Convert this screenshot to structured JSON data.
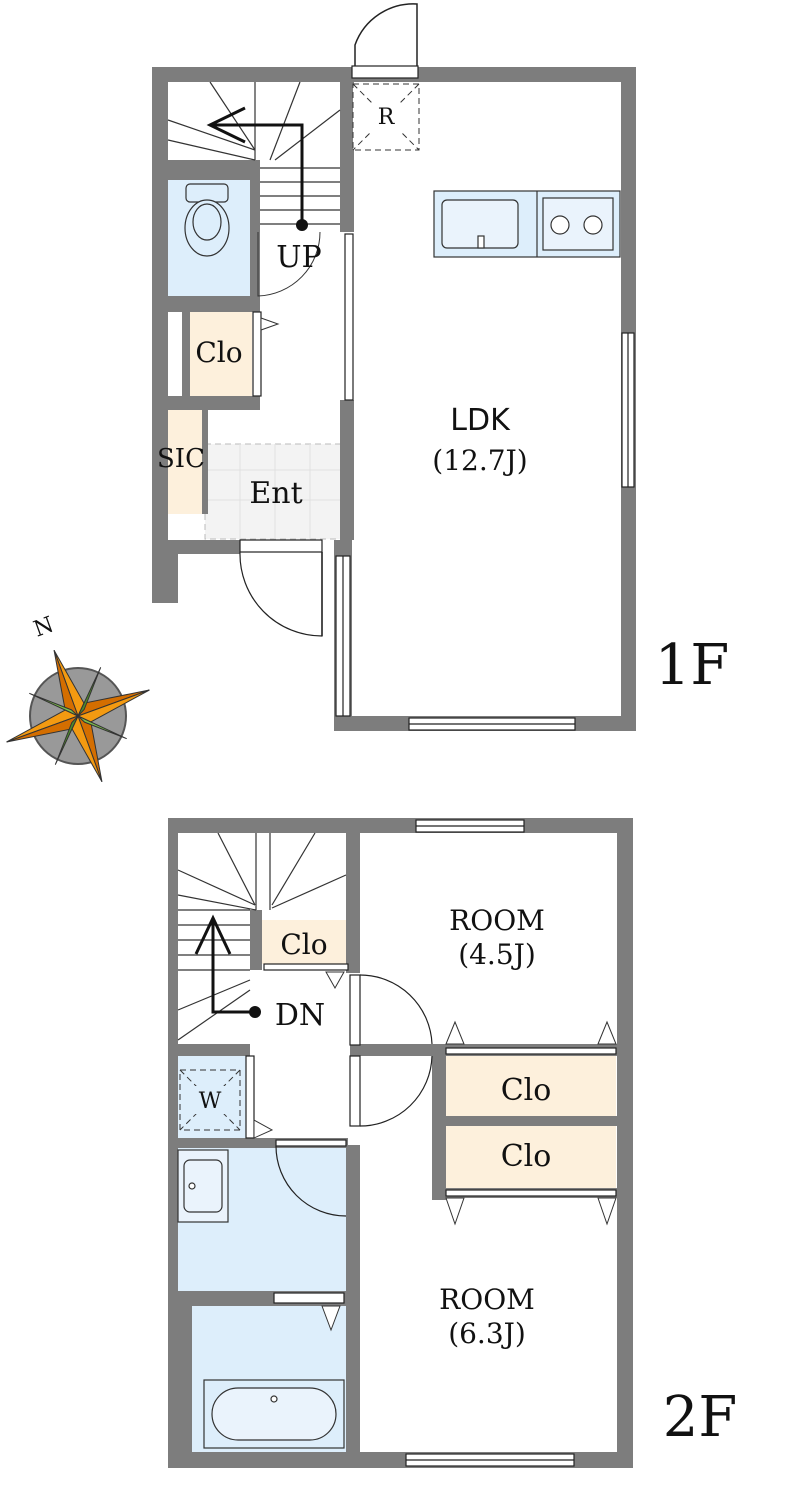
{
  "floor1": {
    "label": "1F",
    "rooms": {
      "ldk_name": "LDK",
      "ldk_size": "(12.7J)",
      "entrance": "Ent",
      "closet": "Clo",
      "walk_in": "SIC",
      "refrigerator": "R",
      "stairs": "UP"
    }
  },
  "floor2": {
    "label": "2F",
    "rooms": {
      "room_a_name": "ROOM",
      "room_a_size": "(4.5J)",
      "room_b_name": "ROOM",
      "room_b_size": "(6.3J)",
      "closet_hall": "Clo",
      "closet_upper": "Clo",
      "closet_lower": "Clo",
      "washer": "W",
      "stairs": "DN"
    }
  },
  "compass": {
    "north": "N"
  },
  "colors": {
    "wall": "#7d7d7d",
    "wet_area": "#ddeefb",
    "closet": "#fdf0dc",
    "floor": "#ffffff",
    "line": "#1a1a1a"
  }
}
